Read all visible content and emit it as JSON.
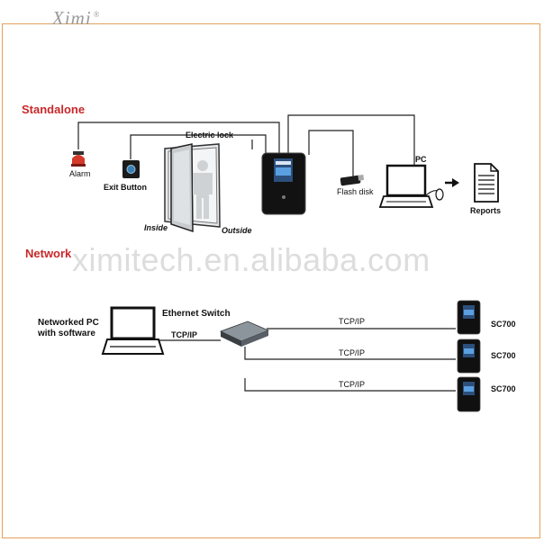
{
  "brand": {
    "name": "Ximi",
    "reg": "®"
  },
  "watermark": "ximitech.en.alibaba.com",
  "sections": {
    "standalone": "Standalone",
    "network": "Network"
  },
  "standalone": {
    "alarm": "Alarm",
    "exit_button": "Exit Button",
    "electric_lock": "Electric lock",
    "inside": "Inside",
    "outside": "Outside",
    "flash_disk": "Flash disk",
    "pc": "PC",
    "reports": "Reports"
  },
  "network": {
    "networked_pc_line1": "Networked PC",
    "networked_pc_line2": "with software",
    "ethernet_switch": "Ethernet Switch",
    "tcp_ip_left": "TCP/IP",
    "tcp_ip_1": "TCP/IP",
    "tcp_ip_2": "TCP/IP",
    "tcp_ip_3": "TCP/IP",
    "device_1": "SC700",
    "device_2": "SC700",
    "device_3": "SC700"
  },
  "colors": {
    "frame": "#e2a15b",
    "section": "#c8282a",
    "alarm": "#d43a2a"
  },
  "icons": [
    "alarm-icon",
    "exit-button-icon",
    "door-icon",
    "terminal-icon",
    "flash-disk-icon",
    "computer-icon",
    "mouse-icon",
    "arrow-right-icon",
    "report-icon",
    "ethernet-switch-icon"
  ]
}
